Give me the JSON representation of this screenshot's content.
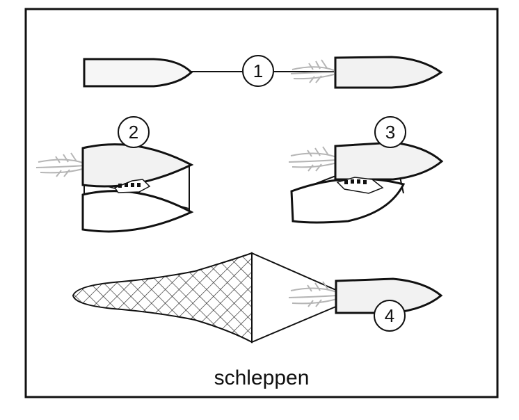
{
  "labels": {
    "step1": "1",
    "step2": "2",
    "step3": "3",
    "step4": "4"
  },
  "caption": "schleppen",
  "colors": {
    "frame": "#111111",
    "boat_fill": "#f2f2f2",
    "exhaust": "#b5b5b5",
    "net": "#222222"
  },
  "icons": {
    "boat": "boat-icon",
    "exhaust": "exhaust-plume-icon",
    "net": "trawl-net-icon"
  }
}
